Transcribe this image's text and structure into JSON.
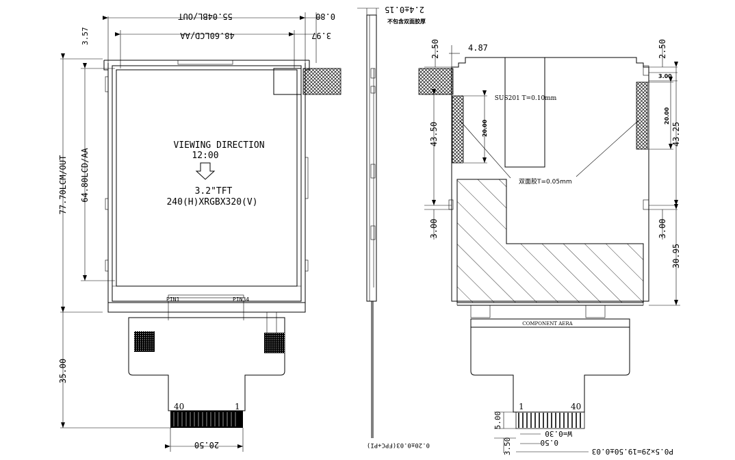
{
  "front": {
    "dim_bl_out": "55.04BL/OUT",
    "dim_080": "0.80",
    "dim_lcd_aa_w": "48.60LCD/AA",
    "dim_397": "3.97",
    "dim_357": "3.57",
    "dim_lcm_out_h": "77.70LCM/OUT",
    "dim_lcd_aa_h": "64.80LCD/AA",
    "dim_fpc_len": "35.00",
    "dim_fpc_w": "20.50",
    "viewing_direction": "VIEWING DIRECTION",
    "clock": "12:00",
    "size_label": "3.2\"TFT",
    "resolution_label": "240(H)XRGBX320(V)",
    "pin1": "PIN1",
    "pin34": "PIN34",
    "conn_left": "40",
    "conn_right": "1"
  },
  "side": {
    "thickness": "2.4±0.15",
    "note_cn": "不包含双面胶厚",
    "fpc_thickness": "0.20±0.03(FPC+PI)"
  },
  "back": {
    "dim_250_left": "2.50",
    "dim_487": "4.87",
    "dim_4350": "43.50",
    "dim_2000_left": "20.00",
    "dim_300_left": "3.00",
    "sus_label": "SUS201 T=0.10mm",
    "tape_label": "双面胶T=0.05mm",
    "dim_250_right": "2.50",
    "dim_300_top": "3.00",
    "dim_2000_right": "20.00",
    "dim_4325": "43.25",
    "dim_300_right": "3.00",
    "dim_3095": "30.95",
    "component_area": "COMPONENT AERA",
    "conn_left": "1",
    "conn_right": "40",
    "dim_500": "5.00",
    "dim_350": "3.50",
    "dim_w030": "W=0.30",
    "dim_050": "0.50",
    "pitch": "P0.5×29=19.50±0.03"
  }
}
